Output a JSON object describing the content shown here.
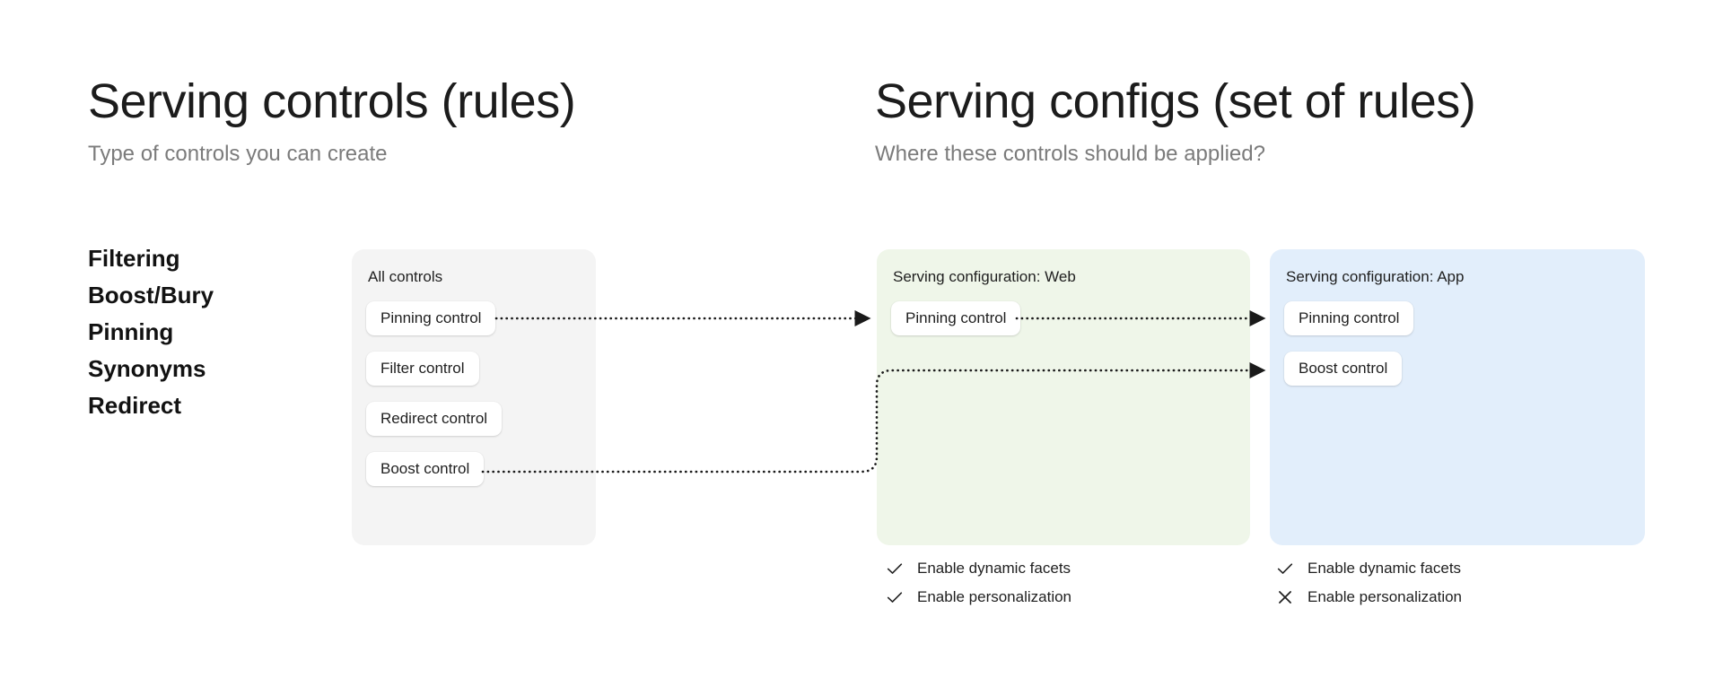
{
  "columns": {
    "left": {
      "title": "Serving controls (rules)",
      "subtitle": "Type of controls you can create"
    },
    "right": {
      "title": "Serving configs (set of rules)",
      "subtitle": "Where these controls should be applied?"
    }
  },
  "control_types": [
    {
      "label": "Filtering"
    },
    {
      "label": "Boost/Bury"
    },
    {
      "label": "Pinning"
    },
    {
      "label": "Synonyms"
    },
    {
      "label": "Redirect"
    }
  ],
  "cards": {
    "all_controls": {
      "title": "All controls",
      "background": "#f4f4f4",
      "chips": [
        {
          "label": "Pinning control"
        },
        {
          "label": "Filter control"
        },
        {
          "label": "Redirect control"
        },
        {
          "label": "Boost control"
        }
      ]
    },
    "config_web": {
      "title": "Serving configuration: Web",
      "background": "#eff6e9",
      "chips": [
        {
          "label": "Pinning control"
        }
      ],
      "flags": [
        {
          "icon": "check-icon",
          "state": "enabled",
          "label": "Enable dynamic facets"
        },
        {
          "icon": "check-icon",
          "state": "enabled",
          "label": "Enable personalization"
        }
      ]
    },
    "config_app": {
      "title": "Serving configuration: App",
      "background": "#e2eefb",
      "chips": [
        {
          "label": "Pinning control"
        },
        {
          "label": "Boost control"
        }
      ],
      "flags": [
        {
          "icon": "check-icon",
          "state": "enabled",
          "label": "Enable dynamic facets"
        },
        {
          "icon": "close-icon",
          "state": "disabled",
          "label": "Enable personalization"
        }
      ]
    }
  },
  "connectors": {
    "style": "dotted",
    "color": "#1a1a1a",
    "links": [
      {
        "from": "all-controls.pinning-control",
        "to": "config-web.pinning-control"
      },
      {
        "from": "config-web.pinning-control",
        "to": "config-app.pinning-control"
      },
      {
        "from": "all-controls.boost-control",
        "to": "config-app.boost-control"
      }
    ]
  }
}
